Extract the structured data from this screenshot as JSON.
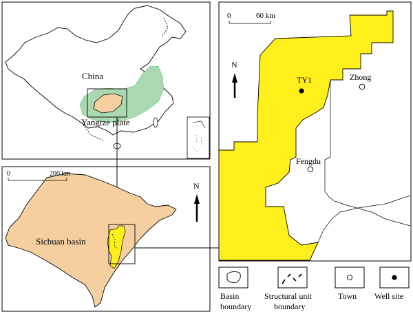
{
  "overview_map": {
    "country_label": "China",
    "plate_label": "Yangtze plate"
  },
  "basin_map": {
    "basin_label": "Sichuan basin",
    "scale": {
      "zero": "0",
      "distance": "200 km"
    },
    "north": "N"
  },
  "detail_map": {
    "scale": {
      "zero": "0",
      "distance": "60 km"
    },
    "north": "N",
    "well_label": "TY1",
    "towns": [
      "Zhong",
      "Fengdu"
    ]
  },
  "legend": {
    "items": [
      {
        "label_line1": "Basin",
        "label_line2": "boundary"
      },
      {
        "label_line1": "Structural unit",
        "label_line2": "boundary"
      },
      {
        "label_line1": "Town",
        "label_line2": ""
      },
      {
        "label_line1": "Well site",
        "label_line2": ""
      }
    ]
  },
  "colors": {
    "basin_fill": "#f5cfa0",
    "plate_fill": "#a9d8b1",
    "structural_unit_fill": "#ffef1a",
    "stroke": "#000000"
  }
}
